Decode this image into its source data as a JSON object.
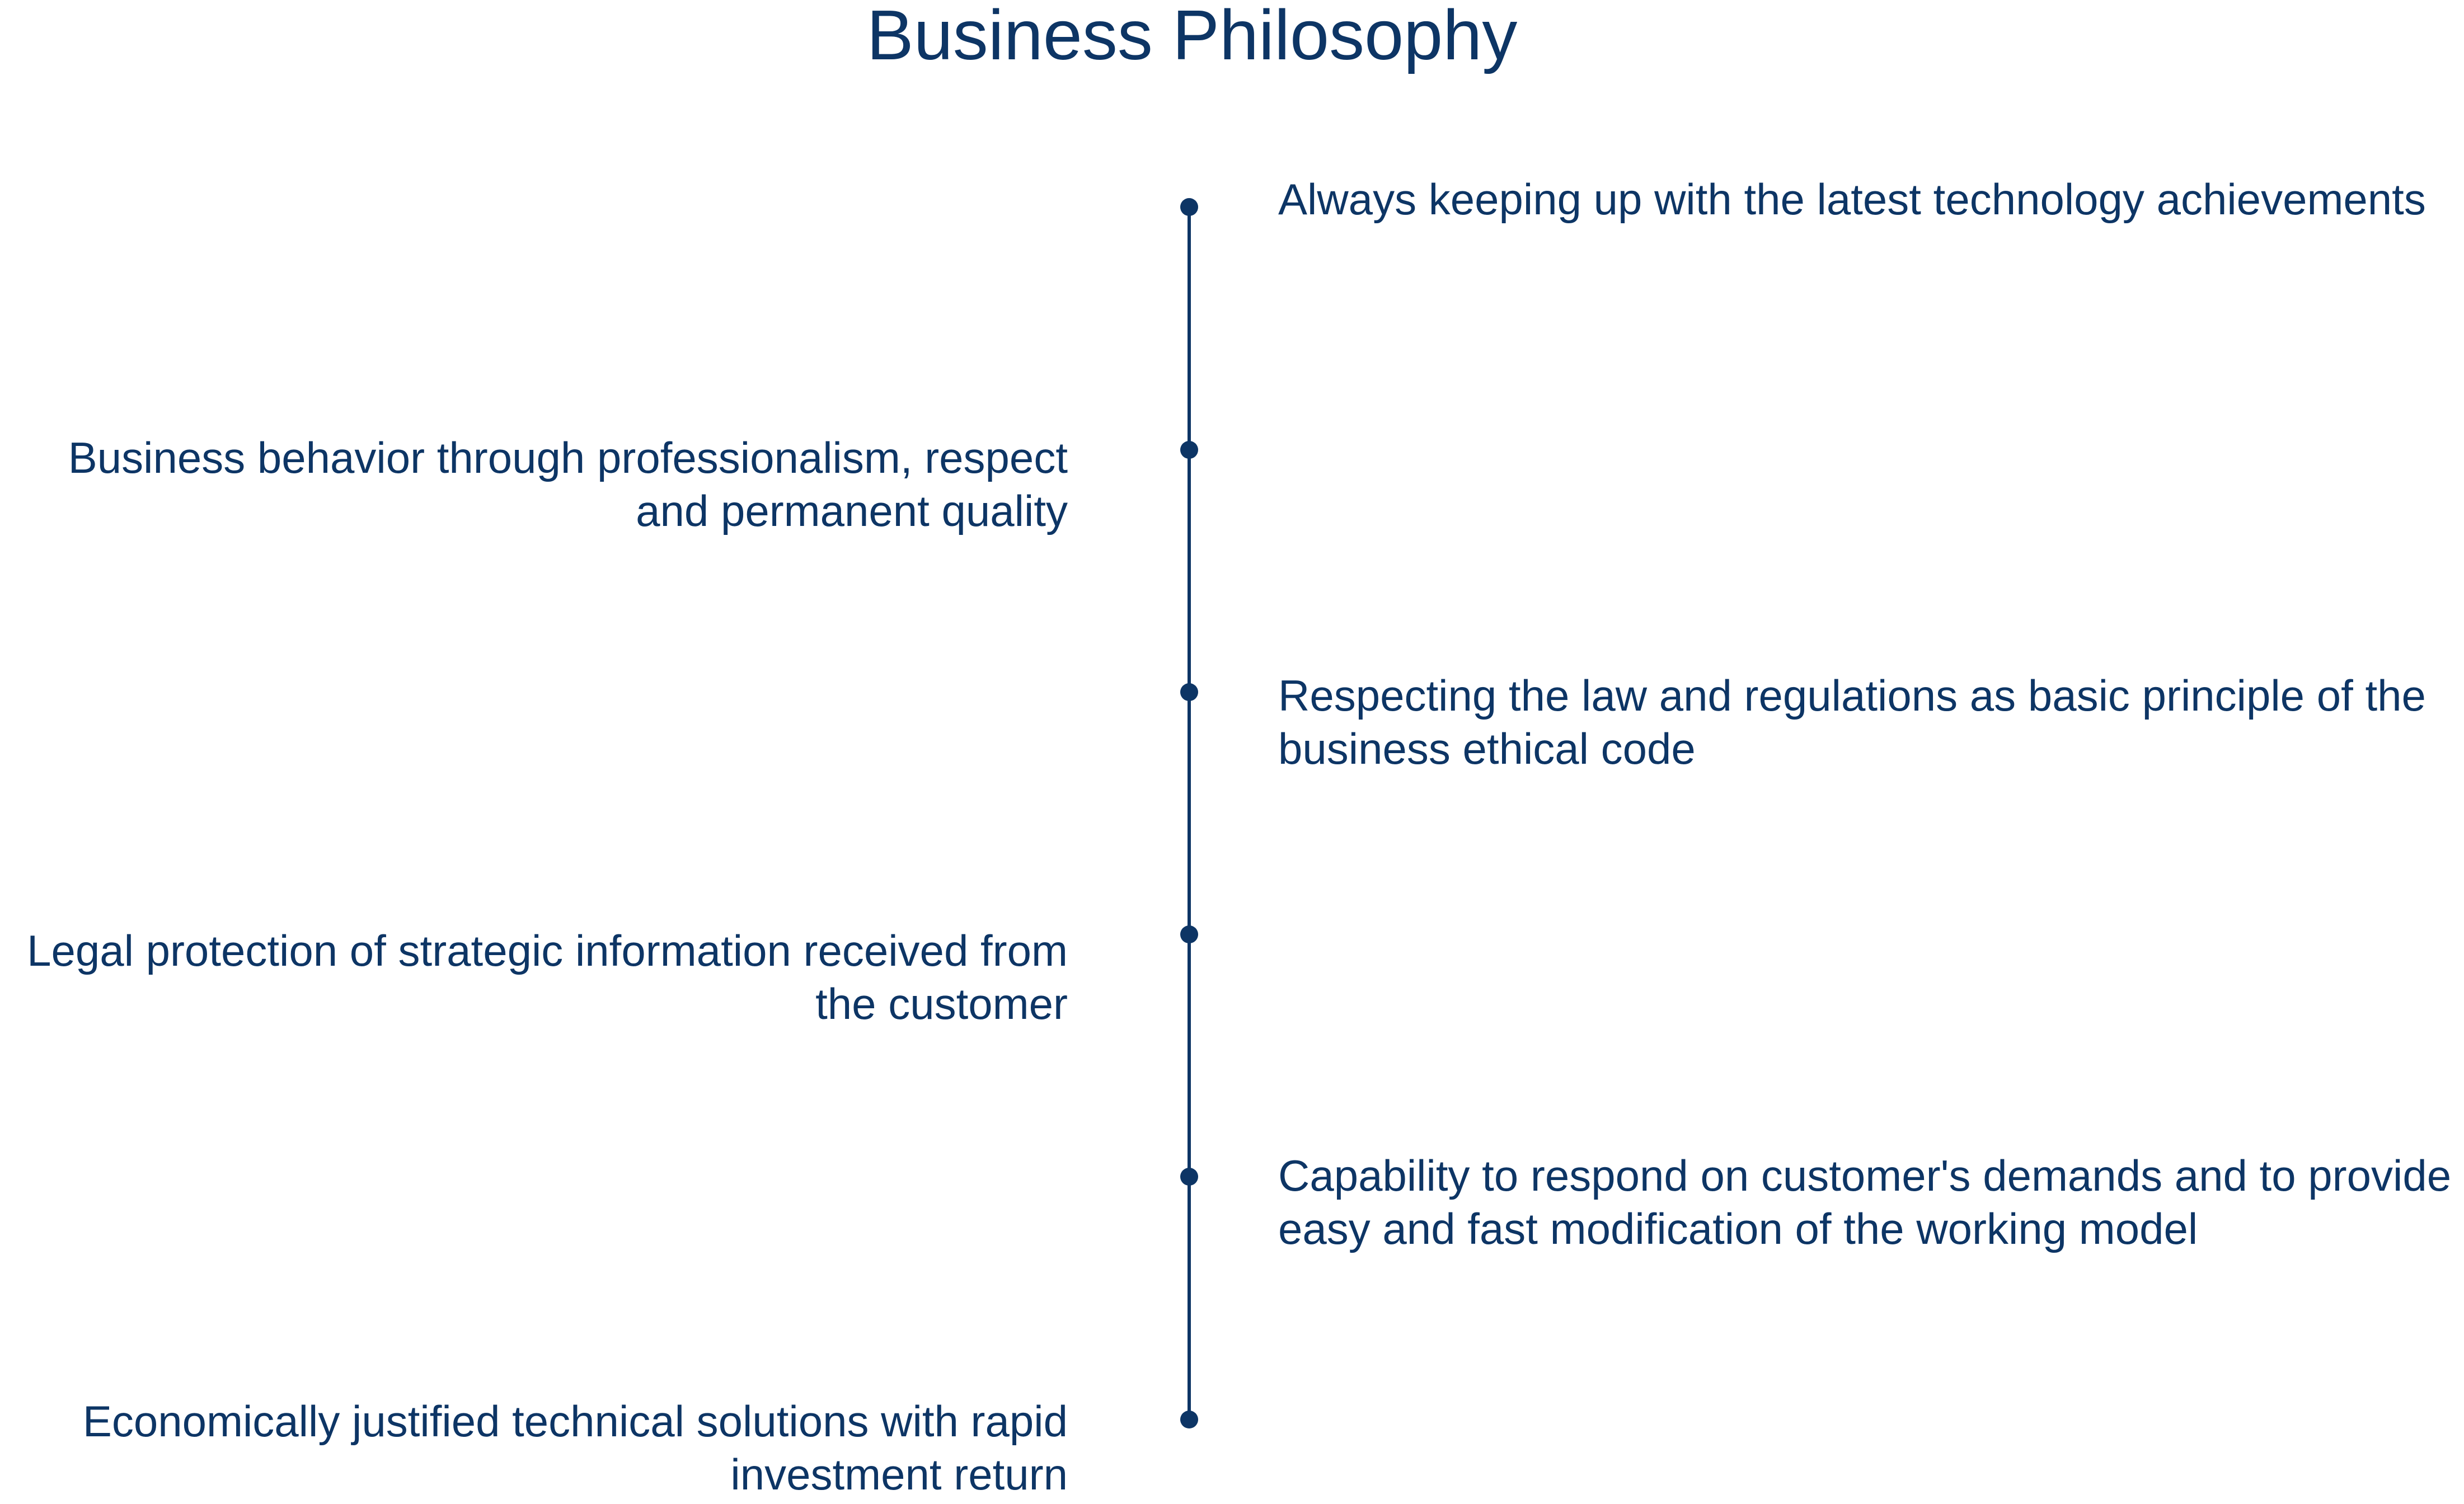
{
  "title": "Business Philosophy",
  "colors": {
    "primary": "#0d3565",
    "background": "#ffffff"
  },
  "items": [
    {
      "side": "right",
      "lines": [
        "Always keeping up with the latest technology achievements"
      ]
    },
    {
      "side": "left",
      "lines": [
        "Business behavior through professionalism, respect",
        "and permanent quality"
      ]
    },
    {
      "side": "right",
      "lines": [
        "Respecting the law and regulations as basic principle of the",
        "business ethical code"
      ]
    },
    {
      "side": "left",
      "lines": [
        "Legal protection of strategic information received from",
        "the customer"
      ]
    },
    {
      "side": "right",
      "lines": [
        "Capability to respond on customer's demands and to provide",
        "easy and fast modification of the working model"
      ]
    },
    {
      "side": "left",
      "lines": [
        "Economically justified technical solutions with rapid",
        "investment return"
      ]
    }
  ]
}
